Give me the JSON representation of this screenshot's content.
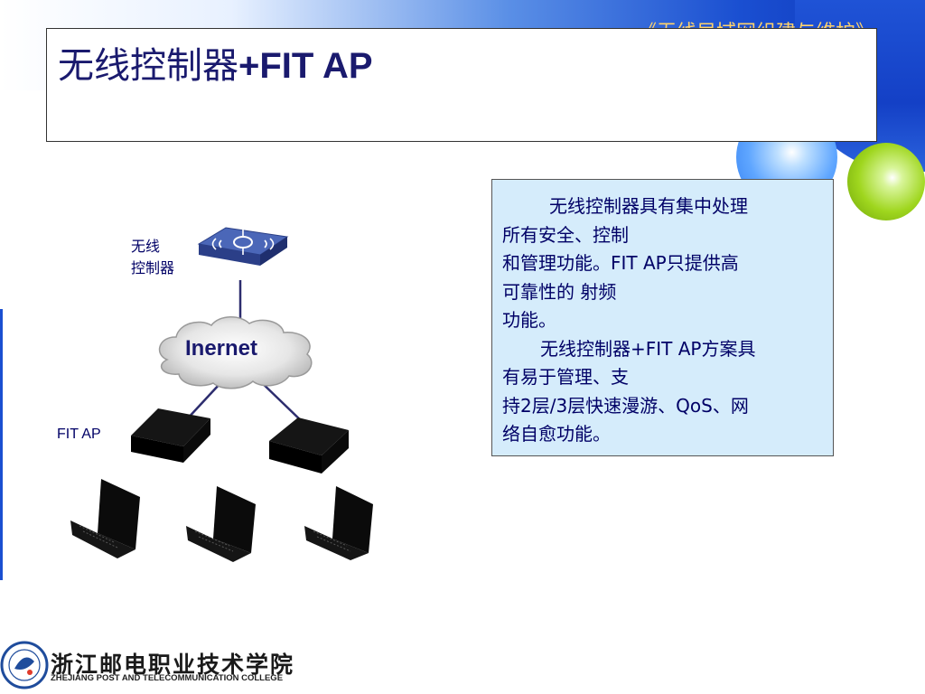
{
  "header": {
    "series_title": "《无线局域网组建与维护》",
    "slide_title_cn": "无线控制器",
    "slide_title_latin": "+FIT AP"
  },
  "diagram": {
    "controller_label_line1": "无线",
    "controller_label_line2": "控制器",
    "cloud_label": "Inernet",
    "fit_ap_label": "FIT AP"
  },
  "info_box": {
    "lines": [
      "无线控制器具有集中处理",
      "所有安全、控制",
      "和管理功能。FIT AP只提供高",
      "可靠性的 射频",
      "功能。",
      "无线控制器+FIT AP方案具",
      "有易于管理、支",
      "持2层/3层快速漫游、QoS、网",
      "络自愈功能。"
    ]
  },
  "footer": {
    "college_cn": "浙江邮电职业技术学院",
    "college_en": "ZHEJIANG POST AND TELECOMMUNICATION COLLEGE"
  },
  "colors": {
    "title_text": "#1a1a6e",
    "info_bg": "#d5ecfb",
    "header_blue": "#1a4fd1",
    "accent_green": "#9fd61e"
  }
}
